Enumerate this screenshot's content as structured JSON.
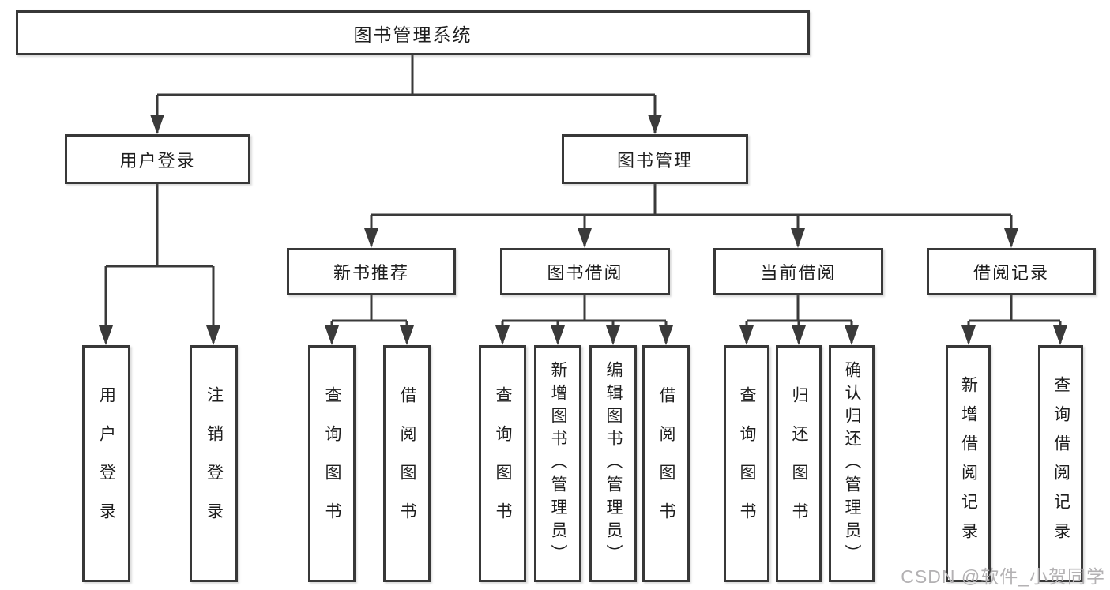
{
  "diagram": {
    "title": "图书管理系统",
    "level1": [
      {
        "label": "用户登录"
      },
      {
        "label": "图书管理"
      }
    ],
    "level2": [
      {
        "label": "新书推荐"
      },
      {
        "label": "图书借阅"
      },
      {
        "label": "当前借阅"
      },
      {
        "label": "借阅记录"
      }
    ],
    "leaves": {
      "user_login": [
        "用户登录",
        "注销登录"
      ],
      "new_book_rec": [
        "查询图书",
        "借阅图书"
      ],
      "book_borrow": [
        "查询图书",
        "新增图书（管理员）",
        "编辑图书（管理员）",
        "借阅图书"
      ],
      "current_borrow": [
        "查询图书",
        "归还图书",
        "确认归还（管理员）"
      ],
      "borrow_records": [
        "新增借阅记录",
        "查询借阅记录"
      ]
    },
    "watermark": "CSDN @软件_小贺同学",
    "colors": {
      "line": "#3a3a3a",
      "border": "#383838",
      "text": "#1e1e1e",
      "background": "#ffffff",
      "watermark": "#b3b1b3"
    }
  }
}
